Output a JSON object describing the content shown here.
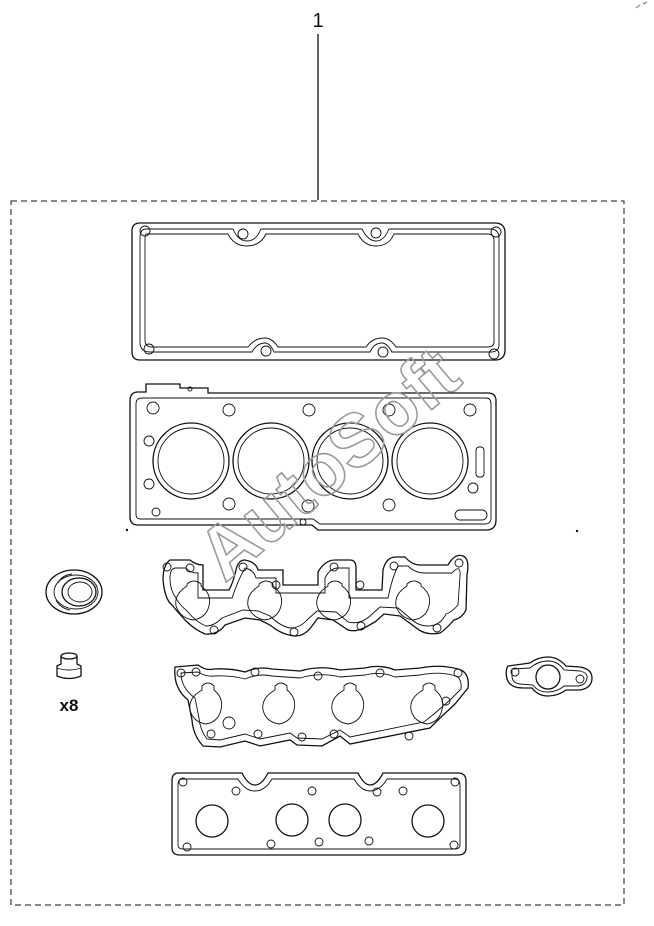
{
  "callout": {
    "part_number": "1"
  },
  "parts": {
    "bolt_quantity": "x8"
  },
  "watermark": {
    "text": "AutoSoft"
  }
}
